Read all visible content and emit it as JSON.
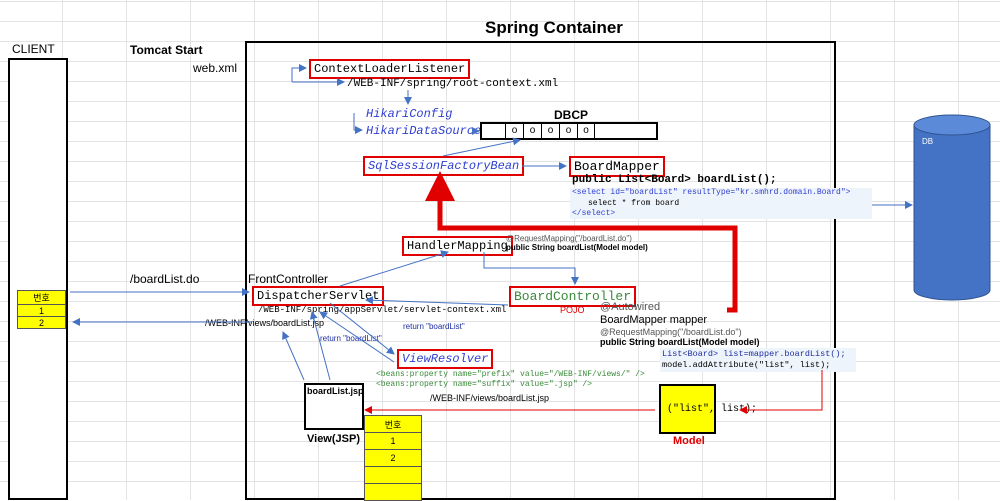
{
  "title": "Spring Container",
  "client_label": "CLIENT",
  "tomcat_start": "Tomcat Start",
  "web_xml": "web.xml",
  "context_loader": "ContextLoaderListener",
  "root_context": "/WEB-INF/spring/root-context.xml",
  "hikari_config": "HikariConfig",
  "hikari_ds": "HikariDataSource",
  "dbcp_label": "DBCP",
  "dbcp_slots": [
    "o",
    "o",
    "o",
    "o",
    "o"
  ],
  "ssf_bean": "SqlSessionFactoryBean",
  "board_mapper": "BoardMapper",
  "mapper_method": "public List<Board> boardList();",
  "xml_line1": "<select id=\"boardList\" resultType=\"kr.smhrd.domain.Board\">",
  "xml_line2": "select * from board",
  "xml_line3": "</select>",
  "db_label": "DB",
  "handler_mapping": "HandlerMapping",
  "hm_anno1": "@RequestMapping(\"/boardList.do\")",
  "hm_anno2": "public String boardList(Model model)",
  "request_url": "/boardList.do",
  "front_controller": "FrontController",
  "dispatcher": "DispatcherServlet",
  "servlet_context": "/WEB-INF/spring/appServlet/servlet-context.xml",
  "board_controller": "BoardController",
  "pojo": "POJO",
  "autowired": "@Autowired",
  "board_mapper_field": "BoardMapper mapper",
  "bc_anno1": "@RequestMapping(\"/boardList.do\")",
  "bc_anno2": "public String boardList(Model model)",
  "code_line1": "List<Board> list=mapper.boardList();",
  "code_line2": "model.addAttribute(\"list\", list);",
  "return_list1": "return \"boardList\"",
  "return_list2": "return \"boardList\"",
  "view_resolver": "ViewResolver",
  "prefix_line": "<beans:property name=\"prefix\" value=\"/WEB-INF/views/\" />",
  "suffix_line": "<beans:property name=\"suffix\" value=\".jsp\" />",
  "view_path1": "/WEB-INF/views/boardList.jsp",
  "view_path2": "/WEB-INF/views/boardList.jsp",
  "jsp_file": "boardList.jsp",
  "view_label": "View(JSP)",
  "model_code": "(\"list\", list);",
  "model_label": "Model",
  "client_table": {
    "header": "번호",
    "rows": [
      "1",
      "2"
    ]
  },
  "jsp_table": {
    "header": "번호",
    "rows": [
      "1",
      "2",
      "",
      ""
    ]
  },
  "colors": {
    "red": "#e00000",
    "blue": "#4472c4",
    "yellow": "#ffff00",
    "db": "#4472c4"
  }
}
